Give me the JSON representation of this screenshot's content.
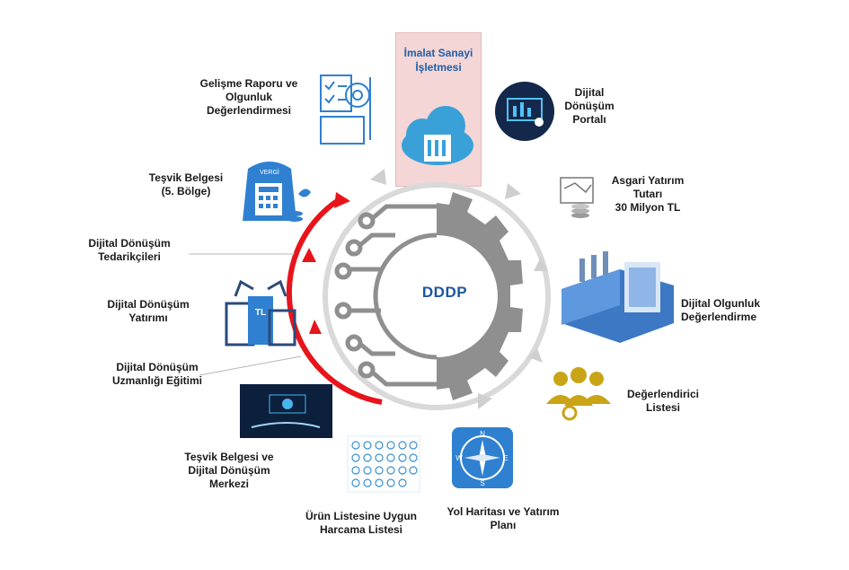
{
  "center": {
    "label": "DDDP"
  },
  "top": {
    "line1": "İmalat Sanayi",
    "line2": "İşletmesi"
  },
  "labels": {
    "portal": [
      "Dijital",
      "Dönüşüm",
      "Portalı"
    ],
    "min_investment": [
      "Asgari Yatırım",
      "Tutarı",
      "30 Milyon TL"
    ],
    "maturity": [
      "Dijital Olgunluk",
      "Değerlendirme"
    ],
    "evaluators": [
      "Değerlendirici",
      "Listesi"
    ],
    "roadmap": [
      "Yol Haritası ve Yatırım",
      "Planı"
    ],
    "expense_list": [
      "Ürün Listesine Uygun",
      "Harcama Listesi"
    ],
    "incentive_center": [
      "Teşvik Belgesi ve",
      "Dijital Dönüşüm",
      "Merkezi"
    ],
    "training": [
      "Dijital Dönüşüm",
      "Uzmanlığı Eğitimi"
    ],
    "investment": [
      "Dijital Dönüşüm",
      "Yatırımı"
    ],
    "suppliers": [
      "Dijital Dönüşüm",
      "Tedarikçileri"
    ],
    "incentive_region": [
      "Teşvik Belgesi",
      "(5. Bölge)"
    ],
    "report": [
      "Gelişme Raporu ve",
      "Olgunluk",
      "Değerlendirmesi"
    ]
  },
  "icon_text": {
    "vergi": "VERGİ",
    "tl": "TL",
    "compass": {
      "n": "N",
      "e": "E",
      "s": "S",
      "w": "W"
    }
  },
  "colors": {
    "accent_blue": "#1e56a0",
    "arrow_red": "#e8141b",
    "ring_gray": "#d5d5d5",
    "gear_gray": "#8f8f8f",
    "highlight_pink": "#f4d6d6"
  }
}
